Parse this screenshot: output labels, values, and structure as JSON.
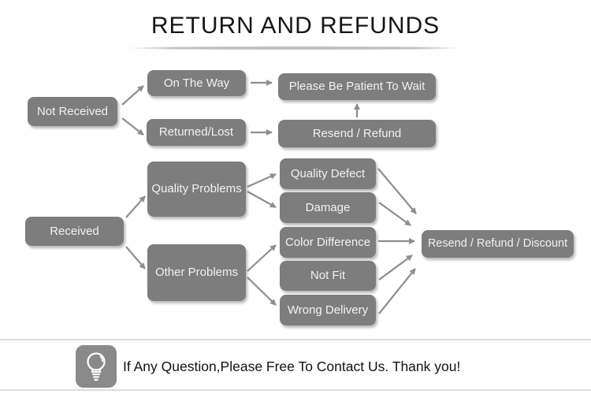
{
  "title": "RETURN AND REFUNDS",
  "colors": {
    "box_fill": "#7d7d7d",
    "box_text": "#f2f2f2",
    "arrow": "#8e8e8e",
    "title_text": "#161616",
    "divider": "#dcdcdc",
    "icon_tile": "#8a8a8a"
  },
  "diagram": {
    "nodes": {
      "not_received": {
        "label": "Not Received"
      },
      "on_the_way": {
        "label": "On The Way"
      },
      "returned_lost": {
        "label": "Returned/Lost"
      },
      "please_wait": {
        "label": "Please Be Patient To Wait"
      },
      "resend_refund": {
        "label": "Resend / Refund"
      },
      "received": {
        "label": "Received"
      },
      "quality_problems": {
        "label": "Quality Problems"
      },
      "other_problems": {
        "label": "Other Problems"
      },
      "quality_defect": {
        "label": "Quality Defect"
      },
      "damage": {
        "label": "Damage"
      },
      "color_difference": {
        "label": "Color Difference"
      },
      "not_fit": {
        "label": "Not Fit"
      },
      "wrong_delivery": {
        "label": "Wrong Delivery"
      },
      "resend_refund_discount": {
        "label": "Resend / Refund / Discount"
      }
    },
    "edges": [
      {
        "from": "not_received",
        "to": "on_the_way"
      },
      {
        "from": "not_received",
        "to": "returned_lost"
      },
      {
        "from": "on_the_way",
        "to": "please_wait"
      },
      {
        "from": "returned_lost",
        "to": "resend_refund"
      },
      {
        "from": "resend_refund",
        "to": "please_wait"
      },
      {
        "from": "received",
        "to": "quality_problems"
      },
      {
        "from": "received",
        "to": "other_problems"
      },
      {
        "from": "quality_problems",
        "to": "quality_defect"
      },
      {
        "from": "quality_problems",
        "to": "damage"
      },
      {
        "from": "other_problems",
        "to": "color_difference"
      },
      {
        "from": "other_problems",
        "to": "wrong_delivery"
      },
      {
        "from": "quality_defect",
        "to": "resend_refund_discount"
      },
      {
        "from": "damage",
        "to": "resend_refund_discount"
      },
      {
        "from": "color_difference",
        "to": "resend_refund_discount"
      },
      {
        "from": "not_fit",
        "to": "resend_refund_discount"
      },
      {
        "from": "wrong_delivery",
        "to": "resend_refund_discount"
      }
    ]
  },
  "footer": {
    "icon": "lightbulb-icon",
    "message": "If Any Question,Please Free To Contact Us. Thank you!"
  }
}
